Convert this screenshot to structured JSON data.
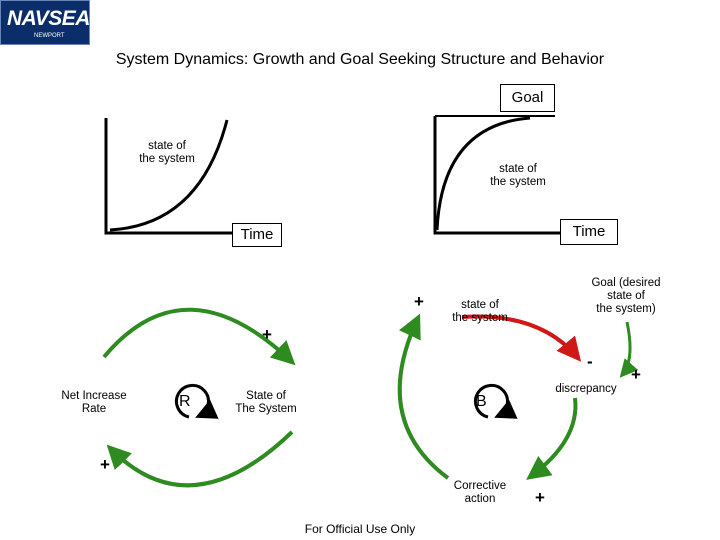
{
  "logo": {
    "text": "NAVSEA",
    "subtext": "NEWPORT"
  },
  "title": "System Dynamics: Growth and Goal Seeking Structure and Behavior",
  "growth_graph": {
    "y_label": "state of\nthe system",
    "x_label": "Time"
  },
  "goal_graph": {
    "goal_label": "Goal",
    "y_label": "state of\nthe system",
    "x_label": "Time"
  },
  "reinforcing_loop": {
    "left_label": "Net Increase\nRate",
    "center_label": "R",
    "right_label": "State of\nThe System",
    "top_sign": "+",
    "bottom_sign": "+"
  },
  "balancing_loop": {
    "state_label": "state of\nthe system",
    "goal_label": "Goal (desired\nstate of\nthe system)",
    "discrepancy_label": "discrepancy",
    "action_label": "Corrective\naction",
    "center_label": "B",
    "sign_state": "+",
    "sign_discrepancy": "-",
    "sign_goal": "+",
    "sign_action": "+"
  },
  "footer": "For Official Use Only",
  "colors": {
    "reinforce": "#2e8b1f",
    "negative": "#d01818",
    "navy": "#0b2e6b"
  }
}
